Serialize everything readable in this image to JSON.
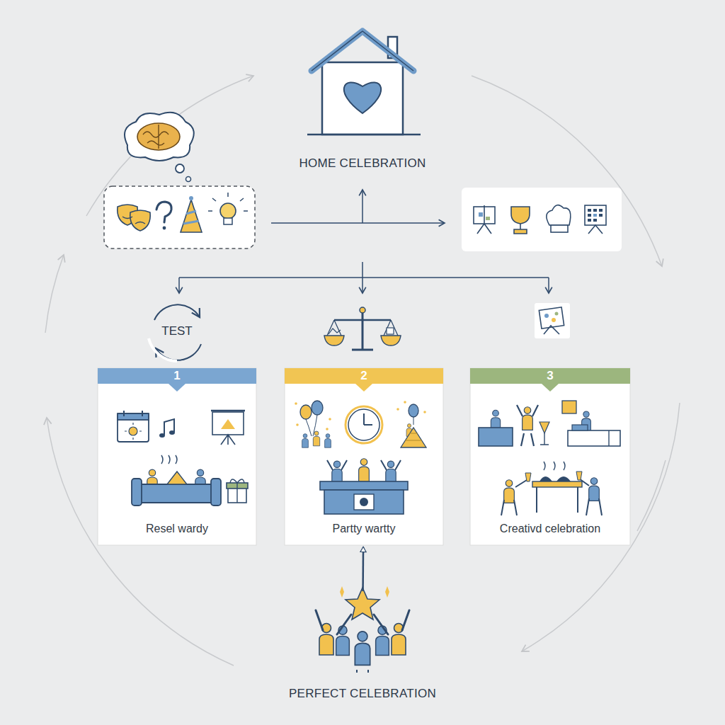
{
  "diagram": {
    "nodes": [
      {
        "text": [
          "HOME CELEBRATION"
        ]
      },
      {
        "text": [
          "TEST"
        ]
      },
      {
        "text": [
          "1",
          "Resel wardy"
        ]
      },
      {
        "text": [
          "2",
          "Partty wartty"
        ]
      },
      {
        "text": [
          "3",
          "Creativd celebration"
        ]
      },
      {
        "text": [
          "PERFECT CELEBRATION"
        ]
      }
    ],
    "edges": [
      {
        "from": 5,
        "to": 3,
        "arrow": "to"
      }
    ]
  }
}
